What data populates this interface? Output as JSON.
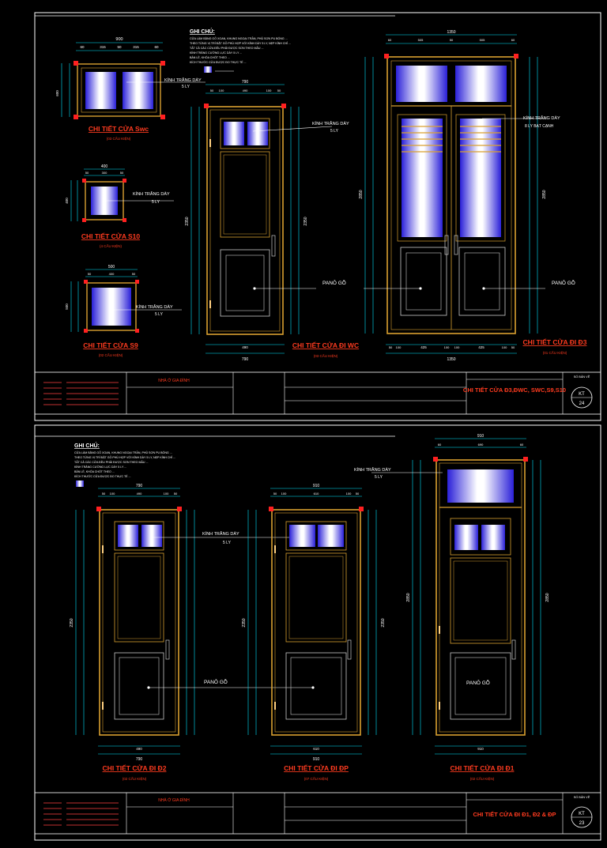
{
  "colors": {
    "background": "#000000",
    "frame": "#ffffff",
    "door_outline": "#d9a030",
    "door_inner": "#c8c8c8",
    "dimension": "#00e5ff",
    "title_red": "#ff3b1f",
    "glass": "#3a3aff",
    "leader": "#ffffff"
  },
  "sheet_top": {
    "notes_title": "GHI CHÚ:",
    "notes_lines": [
      "CỬA LÀM BẰNG GỖ XOAN, KHUNG NGOẠI TRẦN, PHỦ SƠN PU BÓNG ...",
      "THEO TỪNG VỊ TRÍ ĐẶT GỖ PHÙ HỢP VỚI KÍNH DÀY 5 LY, NẸP KÍNH CHỈ ...",
      "TẤT CẢ CÁC CỬA ĐỀU PHẢI ĐƯỢC SƠN THEO MẪU ...",
      "KÍNH TRẮNG CƯỜNG LỰC DÀY 5 LY ...",
      "BẢN LỀ, KHÓA CHỐT THEO ...",
      "KÍCH THƯỚC CỬA ĐƯỢC ĐO THỰC TẾ ..."
    ],
    "callouts": {
      "glass_5ly_a": "KÍNH TRẮNG DÀY",
      "glass_5ly_b": "5 LY",
      "glass_8ly_a": "KÍNH TRẮNG DÀY",
      "glass_8ly_b": "8 LY BẠT CẠNH",
      "panel_wood": "PANÔ GỖ"
    },
    "titles": {
      "s_wc": "CHI TIẾT CỬA Swc",
      "s_wc_qty": "(03 CẤU KIỆN)",
      "s10": "CHI TIẾT CỬA S10",
      "s10_qty": "(4 CẤU KIỆN)",
      "s9": "CHI TIẾT CỬA S9",
      "s9_qty": "(02 CẤU KIỆN)",
      "di_wc": "CHI TIẾT CỬA ĐI WC",
      "di_wc_qty": "(03 CẤU KIỆN)",
      "di_d3": "CHI TIẾT CỬA ĐI Đ3",
      "di_d3_qty": "(01 CẤU KIỆN)"
    },
    "dims": {
      "swc_w": "900",
      "swc_parts": [
        "60",
        "315",
        "50",
        "315",
        "60"
      ],
      "swc_h": "600",
      "s10_w": "400",
      "s10_parts": [
        "50",
        "300",
        "50"
      ],
      "s10_h": "400",
      "s9_w": "500",
      "s9_parts": [
        "50",
        "400",
        "50"
      ],
      "s9_h": "500",
      "wc_top": "790",
      "wc_parts": [
        "50",
        "100",
        "490",
        "100",
        "50"
      ],
      "wc_h": "2350",
      "wc_bottom": "790",
      "d3_top": "1350",
      "d3_parts": [
        "60",
        "505",
        "50",
        "505",
        "60"
      ],
      "d3_h": "2850",
      "d3_bottom": "1350",
      "d3_bottom_parts": [
        "50",
        "100",
        "425",
        "100",
        "100",
        "425",
        "100",
        "50"
      ]
    },
    "title_block": {
      "project": "NHÀ Ở GIA ĐÌNH",
      "drawing_title": "CHI TIẾT CỬA Đ3,ĐWC, SWC,S9,S10",
      "sheet_label": "SỐ BẢN VẼ",
      "sheet_no": "KT",
      "sheet_num": "24"
    }
  },
  "sheet_bottom": {
    "notes_title": "GHI CHÚ:",
    "notes_lines": [
      "CỬA LÀM BẰNG GỖ XOAN, KHUNG NGOẠI TRẦN, PHỦ SƠN PU BÓNG ...",
      "THEO TỪNG VỊ TRÍ ĐẶT GỖ PHÙ HỢP VỚI KÍNH DÀY 5 LY, NẸP KÍNH CHỈ ...",
      "TẤT CẢ CÁC CỬA ĐỀU PHẢI ĐƯỢC SƠN THEO MẪU ...",
      "KÍNH TRẮNG CƯỜNG LỰC DÀY 5 LY ...",
      "BẢN LỀ, KHÓA CHỐT THEO ...",
      "KÍCH THƯỚC CỬA ĐƯỢC ĐO THỰC TẾ ..."
    ],
    "callouts": {
      "glass_a": "KÍNH TRẮNG DÀY",
      "glass_b": "5 LY",
      "panel_wood": "PANÔ GỖ"
    },
    "titles": {
      "d2": "CHI TIẾT CỬA ĐI Đ2",
      "d2_qty": "(02 CẤU KIỆN)",
      "dp": "CHI TIẾT CỬA ĐI ĐP",
      "dp_qty": "(07 CẤU KIỆN)",
      "d1": "CHI TIẾT CỬA ĐI Đ1",
      "d1_qty": "(02 CẤU KIỆN)"
    },
    "dims": {
      "d2_top": "790",
      "d2_parts": [
        "50",
        "100",
        "490",
        "100",
        "50"
      ],
      "d2_h": "2350",
      "d2_bottom": "790",
      "dp_top": "910",
      "dp_parts": [
        "50",
        "100",
        "610",
        "100",
        "50"
      ],
      "dp_h": "2350",
      "dp_bottom": "910",
      "d1_top": "910",
      "d1_parts": [
        "60",
        "690",
        "60"
      ],
      "d1_h": "2850",
      "d1_bottom": "910"
    },
    "title_block": {
      "project": "NHÀ Ở GIA ĐÌNH",
      "drawing_title": "CHI TIẾT CỬA ĐI Đ1, Đ2 & ĐP",
      "sheet_label": "SỐ BẢN VẼ",
      "sheet_no": "KT",
      "sheet_num": "23"
    }
  }
}
